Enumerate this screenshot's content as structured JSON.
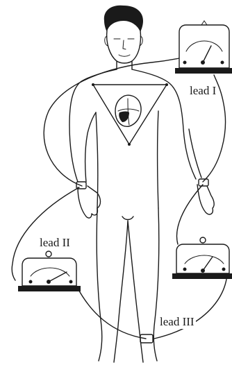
{
  "labels": {
    "lead_1": "lead I",
    "lead_2": "lead II",
    "lead_3": "lead III"
  },
  "colors": {
    "ink": "#1a1a1a",
    "background": "#ffffff"
  }
}
